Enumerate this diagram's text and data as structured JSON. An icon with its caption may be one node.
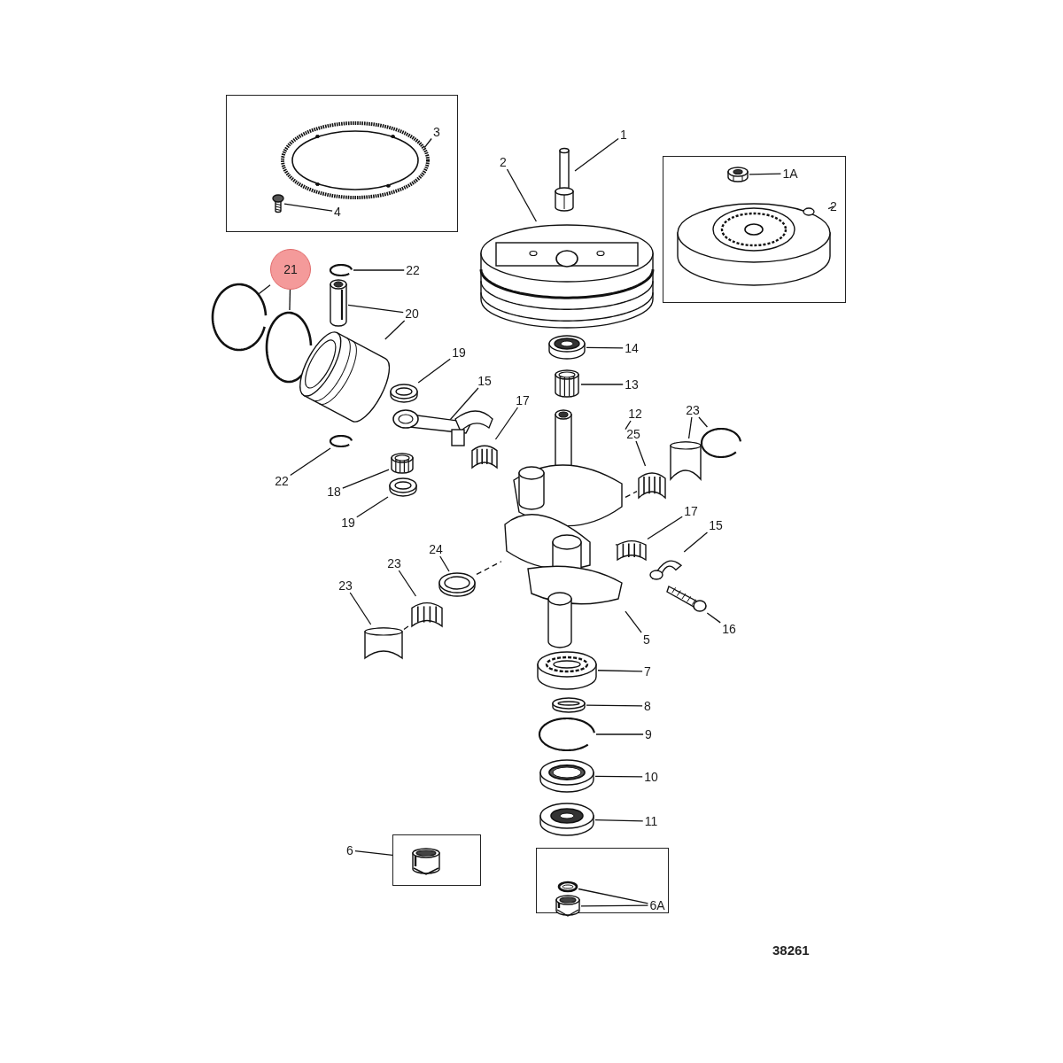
{
  "diagram": {
    "nodes": [
      {
        "text": [],
        "shape": "box"
      },
      {
        "text": [
          "3"
        ],
        "in": 0
      },
      {
        "text": [],
        "shape": "picture",
        "in": 0
      },
      {
        "text": [
          "4"
        ],
        "in": 0
      },
      {
        "text": [],
        "shape": "picture",
        "in": 0
      },
      {
        "text": [
          "1"
        ]
      },
      {
        "text": [],
        "shape": "picture"
      },
      {
        "text": [
          "2"
        ]
      },
      {
        "text": [],
        "shape": "picture"
      },
      {
        "text": [],
        "shape": "box"
      },
      {
        "text": [
          "1A"
        ],
        "in": 9
      },
      {
        "text": [],
        "shape": "picture",
        "in": 9
      },
      {
        "text": [
          "2"
        ],
        "in": 9
      },
      {
        "text": [],
        "shape": "picture",
        "in": 9
      },
      {
        "text": [
          "21"
        ]
      },
      {
        "text": [],
        "shape": "picture"
      },
      {
        "text": [],
        "shape": "picture"
      },
      {
        "text": [
          "22"
        ]
      },
      {
        "text": [],
        "shape": "picture"
      },
      {
        "text": [
          "20"
        ]
      },
      {
        "text": [],
        "shape": "picture"
      },
      {
        "text": [],
        "shape": "picture"
      },
      {
        "text": [
          "19"
        ]
      },
      {
        "text": [],
        "shape": "picture"
      },
      {
        "text": [
          "15"
        ]
      },
      {
        "text": [],
        "shape": "picture"
      },
      {
        "text": [
          "17"
        ]
      },
      {
        "text": [],
        "shape": "picture"
      },
      {
        "text": [
          "22"
        ]
      },
      {
        "text": [],
        "shape": "picture"
      },
      {
        "text": [
          "18"
        ]
      },
      {
        "text": [],
        "shape": "picture"
      },
      {
        "text": [
          "19"
        ]
      },
      {
        "text": [],
        "shape": "picture"
      },
      {
        "text": [
          "14"
        ]
      },
      {
        "text": [],
        "shape": "picture"
      },
      {
        "text": [
          "13"
        ]
      },
      {
        "text": [],
        "shape": "picture"
      },
      {
        "text": [
          "12"
        ]
      },
      {
        "text": [],
        "shape": "picture"
      },
      {
        "text": [
          "23"
        ]
      },
      {
        "text": [],
        "shape": "picture"
      },
      {
        "text": [],
        "shape": "picture"
      },
      {
        "text": [
          "25"
        ]
      },
      {
        "text": [],
        "shape": "picture"
      },
      {
        "text": [
          "17"
        ]
      },
      {
        "text": [],
        "shape": "picture"
      },
      {
        "text": [
          "15"
        ]
      },
      {
        "text": [],
        "shape": "picture"
      },
      {
        "text": [
          "16"
        ]
      },
      {
        "text": [],
        "shape": "picture"
      },
      {
        "text": [
          "5"
        ]
      },
      {
        "text": [
          "24"
        ]
      },
      {
        "text": [],
        "shape": "picture"
      },
      {
        "text": [
          "23"
        ]
      },
      {
        "text": [],
        "shape": "picture"
      },
      {
        "text": [
          "23"
        ]
      },
      {
        "text": [],
        "shape": "picture"
      },
      {
        "text": [
          "7"
        ]
      },
      {
        "text": [],
        "shape": "picture"
      },
      {
        "text": [
          "8"
        ]
      },
      {
        "text": [],
        "shape": "picture"
      },
      {
        "text": [
          "9"
        ]
      },
      {
        "text": [],
        "shape": "picture"
      },
      {
        "text": [
          "10"
        ]
      },
      {
        "text": [],
        "shape": "picture"
      },
      {
        "text": [
          "11"
        ]
      },
      {
        "text": [],
        "shape": "picture"
      },
      {
        "text": [
          "6"
        ]
      },
      {
        "text": [],
        "shape": "box"
      },
      {
        "text": [],
        "shape": "picture",
        "in": 69
      },
      {
        "text": [],
        "shape": "box"
      },
      {
        "text": [],
        "shape": "picture",
        "in": 71
      },
      {
        "text": [],
        "shape": "picture",
        "in": 71
      },
      {
        "text": [
          "6A"
        ],
        "in": 71
      }
    ],
    "edges": [
      {
        "from": 1,
        "to": 2,
        "arrow": "none"
      },
      {
        "from": 3,
        "to": 4,
        "arrow": "none"
      },
      {
        "from": 5,
        "to": 6,
        "arrow": "none"
      },
      {
        "from": 7,
        "to": 8,
        "arrow": "none"
      },
      {
        "from": 10,
        "to": 11,
        "arrow": "none"
      },
      {
        "from": 12,
        "to": 13,
        "arrow": "none"
      },
      {
        "from": 14,
        "to": 15,
        "arrow": "none"
      },
      {
        "from": 14,
        "to": 16,
        "arrow": "none"
      },
      {
        "from": 17,
        "to": 18,
        "arrow": "none"
      },
      {
        "from": 19,
        "to": 20,
        "arrow": "none"
      },
      {
        "from": 19,
        "to": 21,
        "arrow": "none"
      },
      {
        "from": 22,
        "to": 23,
        "arrow": "none"
      },
      {
        "from": 24,
        "to": 25,
        "arrow": "none"
      },
      {
        "from": 26,
        "to": 27,
        "arrow": "none"
      },
      {
        "from": 28,
        "to": 29,
        "arrow": "none"
      },
      {
        "from": 30,
        "to": 31,
        "arrow": "none"
      },
      {
        "from": 32,
        "to": 33,
        "arrow": "none"
      },
      {
        "from": 34,
        "to": 35,
        "arrow": "none"
      },
      {
        "from": 36,
        "to": 37,
        "arrow": "none"
      },
      {
        "from": 38,
        "to": 39,
        "arrow": "none"
      },
      {
        "from": 40,
        "to": 41,
        "arrow": "none"
      },
      {
        "from": 40,
        "to": 42,
        "arrow": "none"
      },
      {
        "from": 43,
        "to": 44,
        "arrow": "none"
      },
      {
        "from": 45,
        "to": 46,
        "arrow": "none"
      },
      {
        "from": 47,
        "to": 48,
        "arrow": "none"
      },
      {
        "from": 49,
        "to": 50,
        "arrow": "none"
      },
      {
        "from": 51,
        "to": 39,
        "arrow": "none"
      },
      {
        "from": 52,
        "to": 53,
        "arrow": "none"
      },
      {
        "from": 54,
        "to": 55,
        "arrow": "none"
      },
      {
        "from": 56,
        "to": 57,
        "arrow": "none"
      },
      {
        "from": 58,
        "to": 59,
        "arrow": "none"
      },
      {
        "from": 60,
        "to": 61,
        "arrow": "none"
      },
      {
        "from": 62,
        "to": 63,
        "arrow": "none"
      },
      {
        "from": 64,
        "to": 65,
        "arrow": "none"
      },
      {
        "from": 66,
        "to": 67,
        "arrow": "none"
      },
      {
        "from": 68,
        "to": 69,
        "arrow": "none"
      },
      {
        "from": 74,
        "to": 72,
        "arrow": "none"
      },
      {
        "from": 74,
        "to": 73,
        "arrow": "none"
      },
      {
        "from": 39,
        "to": 46,
        "arrow": "none",
        "style": "dashed"
      },
      {
        "from": 57,
        "to": 55,
        "arrow": "none",
        "style": "dashed"
      },
      {
        "from": 53,
        "to": 39,
        "arrow": "none",
        "style": "dashed"
      },
      {
        "from": 39,
        "to": 44,
        "arrow": "none",
        "style": "dashed"
      }
    ],
    "labels": [
      "38261"
    ]
  }
}
